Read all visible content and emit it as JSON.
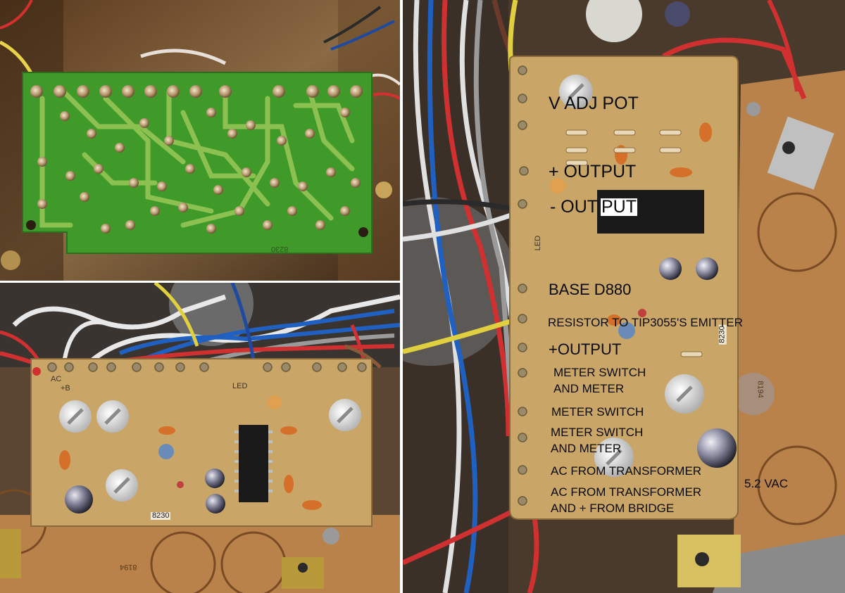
{
  "photos": {
    "top_left": {
      "board_code": "8230"
    },
    "bottom_left": {
      "board_code": "8230",
      "silk_led": "LED",
      "silk_ac": "AC",
      "silk_b": "+B",
      "chassis_code": "8194"
    },
    "right": {
      "board_code": "8230",
      "silk_led": "LED",
      "chassis_code": "8194"
    }
  },
  "annotations": [
    {
      "key": "v_adj_pot",
      "text": "V ADJ POT"
    },
    {
      "key": "plus_output_1",
      "text": "+ OUTPUT"
    },
    {
      "key": "minus_output_a",
      "text": "- OUT"
    },
    {
      "key": "minus_output_b",
      "text": "PUT"
    },
    {
      "key": "base_d880",
      "text": "BASE D880"
    },
    {
      "key": "resistor_emitter",
      "text": "RESISTOR TO TIP3055'S EMITTER"
    },
    {
      "key": "plus_output_2",
      "text": "+OUTPUT"
    },
    {
      "key": "meter_switch_and_meter_1a",
      "text": "METER SWITCH"
    },
    {
      "key": "meter_switch_and_meter_1b",
      "text": "AND METER"
    },
    {
      "key": "meter_switch",
      "text": "METER SWITCH"
    },
    {
      "key": "meter_switch_and_meter_2a",
      "text": "METER SWITCH"
    },
    {
      "key": "meter_switch_and_meter_2b",
      "text": "AND METER"
    },
    {
      "key": "ac_from_transformer_1",
      "text": "AC FROM TRANSFORMER"
    },
    {
      "key": "vac",
      "text": "5.2 VAC"
    },
    {
      "key": "ac_from_transformer_2a",
      "text": "AC FROM TRANSFORMER"
    },
    {
      "key": "ac_from_transformer_2b",
      "text": "AND + FROM BRIDGE"
    }
  ]
}
